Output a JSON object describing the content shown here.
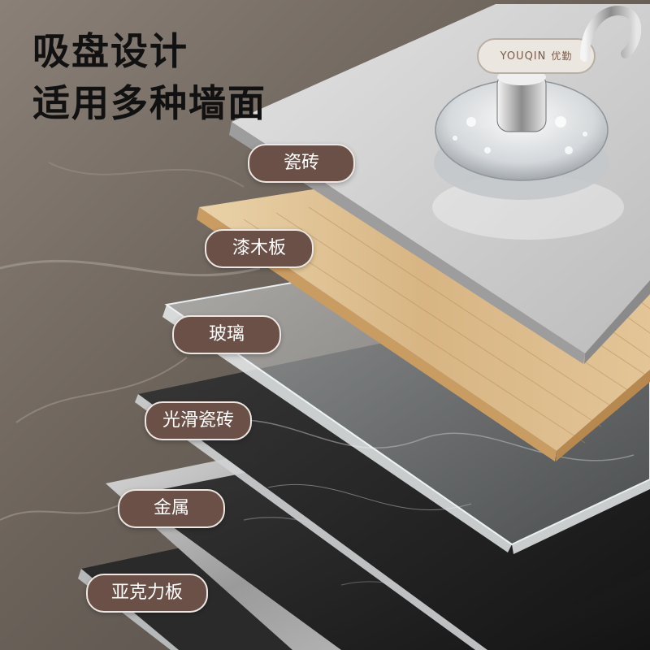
{
  "headline": {
    "line1": "吸盘设计",
    "line2": "适用多种墙面"
  },
  "brand": {
    "latin": "YOUQIN",
    "chinese": "优勤"
  },
  "surfaces": [
    {
      "label": "瓷砖",
      "name": "ceramic-tile"
    },
    {
      "label": "漆木板",
      "name": "lacquered-wood"
    },
    {
      "label": "玻璃",
      "name": "glass"
    },
    {
      "label": "光滑瓷砖",
      "name": "smooth-tile"
    },
    {
      "label": "金属",
      "name": "metal"
    },
    {
      "label": "亚克力板",
      "name": "acrylic-board"
    }
  ],
  "colors": {
    "tag_background": "#6a5046",
    "tag_border": "#ece7e2",
    "headline": "#111111",
    "wall": "#6e655c",
    "tile_surface": "#c9c9c9",
    "wood": "#d9b98a",
    "marble": "#222222",
    "brand_accent": "#7a5a48"
  },
  "icons": {
    "hook": "hook-icon",
    "suction_cup": "suction-cup-icon"
  }
}
